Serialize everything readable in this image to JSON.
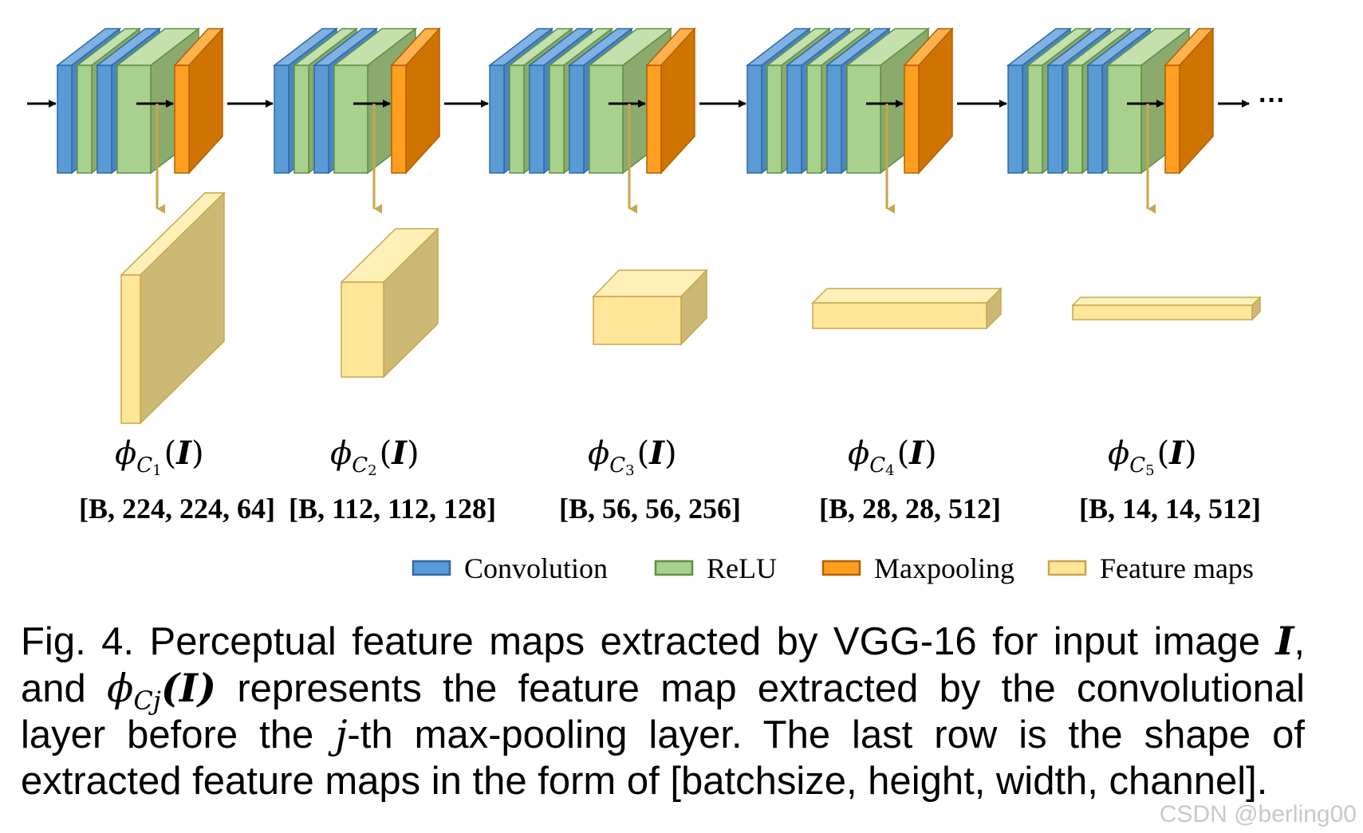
{
  "stages": [
    {
      "sub": "C",
      "subsub": "1",
      "shape": "[B, 224, 224, 64]",
      "layers": [
        "conv",
        "relu",
        "conv",
        "relu"
      ]
    },
    {
      "sub": "C",
      "subsub": "2",
      "shape": "[B, 112, 112, 128]",
      "layers": [
        "conv",
        "relu",
        "conv",
        "relu"
      ]
    },
    {
      "sub": "C",
      "subsub": "3",
      "shape": "[B, 56, 56, 256]",
      "layers": [
        "conv",
        "relu",
        "conv",
        "relu",
        "conv",
        "relu"
      ]
    },
    {
      "sub": "C",
      "subsub": "4",
      "shape": "[B, 28, 28, 512]",
      "layers": [
        "conv",
        "relu",
        "conv",
        "relu",
        "conv",
        "relu"
      ]
    },
    {
      "sub": "C",
      "subsub": "5",
      "shape": "[B, 14, 14, 512]",
      "layers": [
        "conv",
        "relu",
        "conv",
        "relu",
        "conv",
        "relu"
      ]
    }
  ],
  "phi_symbol": "ϕ",
  "input_symbol": "I",
  "ellipsis": "···",
  "legend": [
    {
      "key": "conv",
      "label": "Convolution"
    },
    {
      "key": "relu",
      "label": "ReLU"
    },
    {
      "key": "pool",
      "label": "Maxpooling"
    },
    {
      "key": "feat",
      "label": "Feature maps"
    }
  ],
  "colors": {
    "conv_front": "#5b9bd5",
    "conv_side": "#4a86c0",
    "conv_top": "#7fb2e3",
    "conv_stroke": "#2e6aa6",
    "relu_front": "#a9d18e",
    "relu_side": "#8aaa6e",
    "relu_top": "#c3e0ad",
    "relu_stroke": "#5f8f44",
    "pool_front": "#ff9e1f",
    "pool_side": "#cf7400",
    "pool_top": "#ffb24d",
    "pool_stroke": "#b35f00",
    "feat_front": "#ffe699",
    "feat_side": "#ccb976",
    "feat_top": "#fff0b8",
    "feat_stroke": "#c9a64a",
    "down_arrow": "#c9a64a"
  },
  "caption": {
    "p1": "Fig. 4. Perceptual feature maps extracted by VGG-16 for input image ",
    "m1": "I",
    "p2": ", and ",
    "m2": "ϕ",
    "m2sub": "Cj",
    "m3": "(I)",
    "p3": " represents the feature map extracted by the convolutional layer before the ",
    "m4": "j",
    "p4": "-th max-pooling layer. The last row is the shape of extracted feature maps in the form of [batchsize, height, width, channel]."
  },
  "watermark": "CSDN @berling00"
}
